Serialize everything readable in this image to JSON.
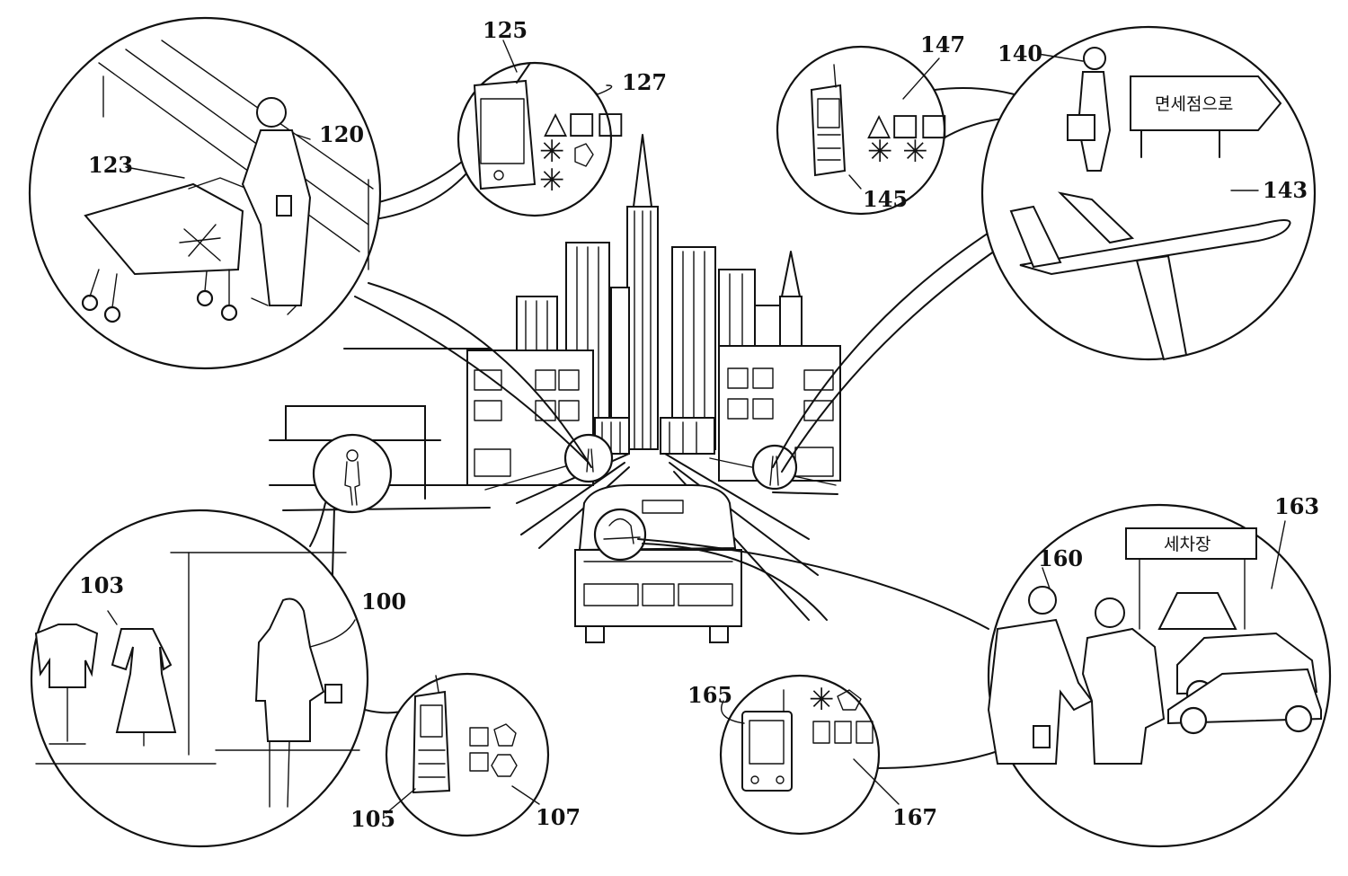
{
  "labels": {
    "ref_100": "100",
    "ref_103": "103",
    "ref_105": "105",
    "ref_107": "107",
    "ref_120": "120",
    "ref_123": "123",
    "ref_125": "125",
    "ref_127": "127",
    "ref_140": "140",
    "ref_143": "143",
    "ref_145": "145",
    "ref_147": "147",
    "ref_160": "160",
    "ref_163": "163",
    "ref_165": "165",
    "ref_167": "167"
  },
  "signs": {
    "duty_free": "면세점으로",
    "car_wash": "세차장"
  },
  "symbols": {
    "shapes_127_row1": "△□□",
    "shapes_127_star1": "✳",
    "shapes_127_star2": "✳",
    "shapes_147_row1": "△□□",
    "shapes_147_row2": "✳ ✳",
    "shapes_167_star": "✳"
  },
  "icons": [
    "shopping-cart-icon",
    "pda-icon",
    "mobile-phone-icon",
    "airplane-icon",
    "car-icon",
    "city-skyline-icon",
    "person-icon"
  ]
}
